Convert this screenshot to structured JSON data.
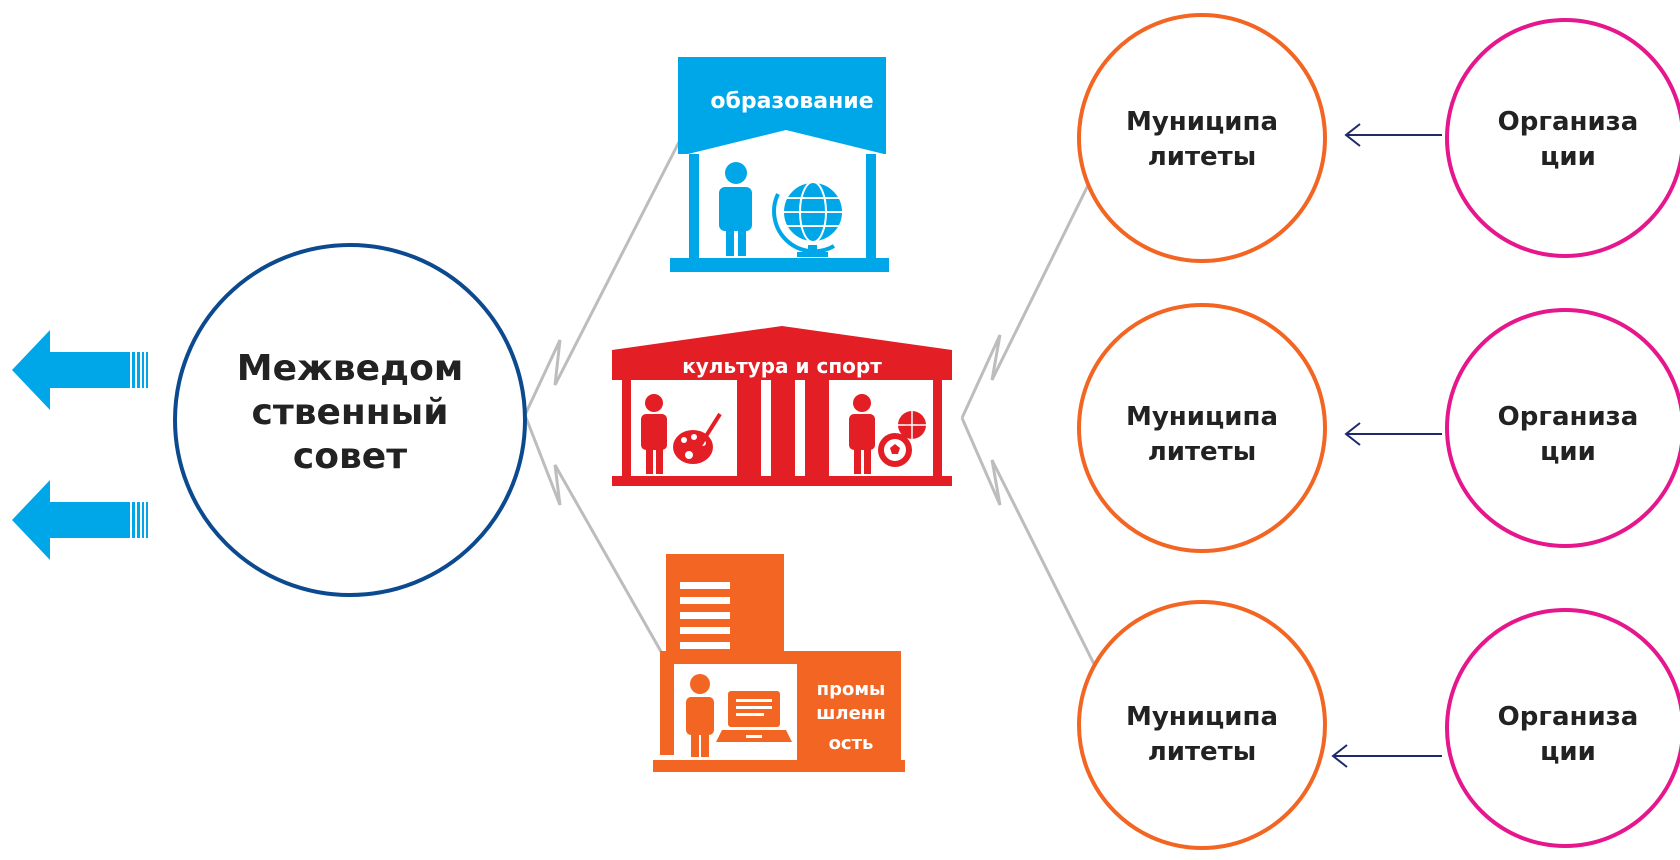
{
  "council": {
    "lines": [
      "Межведом",
      "ственный",
      "совет"
    ],
    "color": "#0B4A8F"
  },
  "sectors": {
    "education": {
      "label": "образование",
      "color": "#00A7E8"
    },
    "culture": {
      "label": "культура и спорт",
      "color": "#E31E24"
    },
    "industry": {
      "lines": [
        "промы",
        "шленн",
        "ость"
      ],
      "color": "#F26522"
    }
  },
  "municipalities": [
    {
      "lines": [
        "Муниципа",
        "литеты"
      ]
    },
    {
      "lines": [
        "Муниципа",
        "литеты"
      ]
    },
    {
      "lines": [
        "Муниципа",
        "литеты"
      ]
    }
  ],
  "organizations": [
    {
      "lines": [
        "Организа",
        "ции"
      ]
    },
    {
      "lines": [
        "Организа",
        "ции"
      ]
    },
    {
      "lines": [
        "Организа",
        "ции"
      ]
    }
  ],
  "colors": {
    "arrow": "#00A7E8",
    "municipality": "#F26522",
    "organization": "#E6168C",
    "connector": "#BDBDBD",
    "thin_arrow": "#1F2A6B"
  }
}
